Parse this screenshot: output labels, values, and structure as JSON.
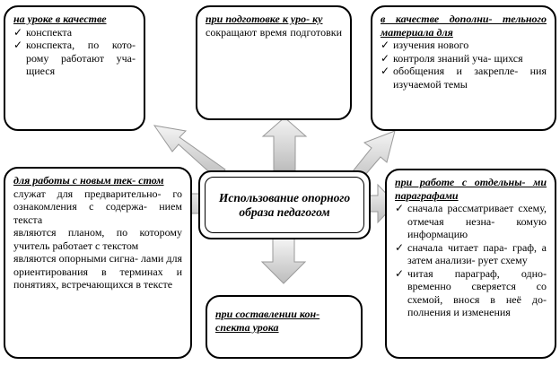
{
  "center": {
    "title": "Использование опорного образа педагогом"
  },
  "boxes": {
    "lesson": {
      "title": "на уроке в качестве",
      "items": [
        "конспекта",
        "конспекта, по кото- рому работают уча- щиеся"
      ]
    },
    "preparation": {
      "title": "при подготовке к уро- ку",
      "text": "сокращают время подготовки"
    },
    "additional": {
      "title": "в качестве дополни- тельного материала для",
      "items": [
        "изучения нового",
        "контроля знаний уча- щихся",
        "обобщения и закрепле- ния изучаемой темы"
      ]
    },
    "new_text": {
      "title": "для работы с новым тек- стом",
      "paragraphs": [
        "служат для предварительно- го ознакомления с содержа- нием текста",
        "являются планом, по которому учитель работает с текстом",
        "являются опорными сигна- лами для ориентирования в терминах и понятиях, встречающихся в тексте"
      ]
    },
    "paragraphs": {
      "title": "при работе с отдельны- ми параграфами",
      "items": [
        "сначала рассматривает схему, отмечая незна- комую информацию",
        "сначала читает пара- граф, а затем анализи- рует схему",
        "читая параграф, одно- временно сверяется со схемой, внося в неё до- полнения и изменения"
      ]
    },
    "summary": {
      "title": "при составлении кон- спекта урока"
    }
  }
}
